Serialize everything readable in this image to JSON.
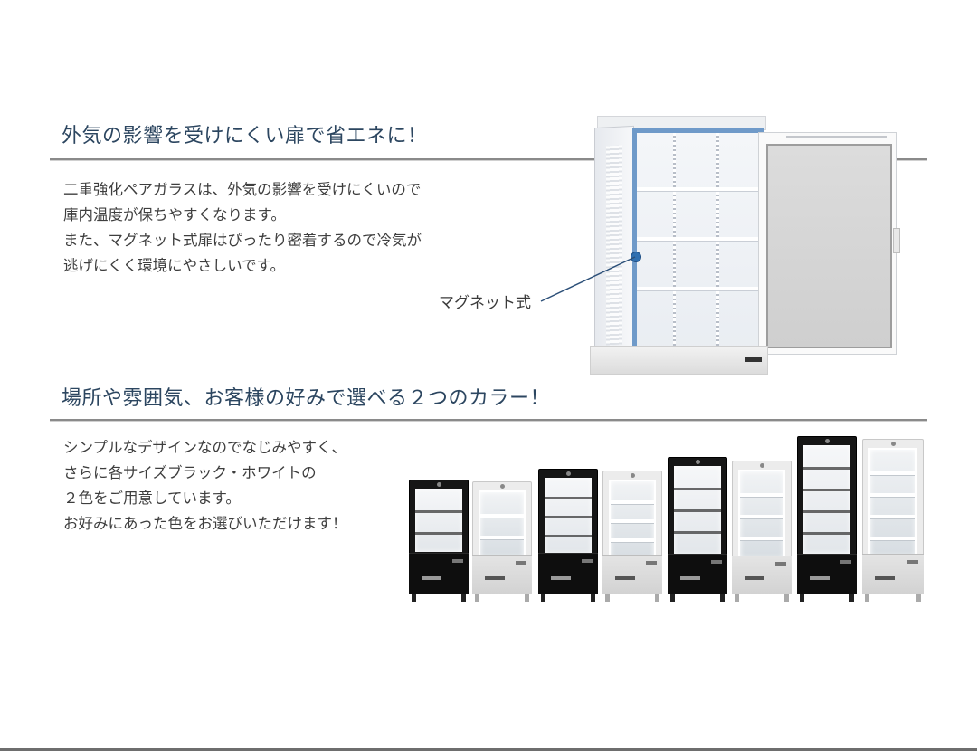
{
  "section1": {
    "heading": "外気の影響を受けにくい扉で省エネに！",
    "body_lines": [
      "二重強化ペアガラスは、外気の影響を受けにくいので",
      "庫内温度が保ちやすくなります。",
      "また、マグネット式扉はぴったり密着するので冷気が",
      "逃げにくく環境にやさしいです。"
    ],
    "callout_label": "マグネット式",
    "image": {
      "subject": "open-door refrigerated display case",
      "highlight_color": "#6f9ac9"
    }
  },
  "section2": {
    "heading": "場所や雰囲気、お客様の好みで選べる２つのカラー！",
    "body_lines": [
      "シンプルなデザインなのでなじみやすく、",
      "さらに各サイズブラック・ホワイトの",
      "２色をご用意しています。",
      "お好みにあった色をお選びいただけます！"
    ],
    "lineup": [
      {
        "color": "black",
        "size": "small"
      },
      {
        "color": "white",
        "size": "small"
      },
      {
        "color": "black",
        "size": "medium"
      },
      {
        "color": "white",
        "size": "medium"
      },
      {
        "color": "black",
        "size": "large"
      },
      {
        "color": "white",
        "size": "large"
      },
      {
        "color": "black",
        "size": "xlarge"
      },
      {
        "color": "white",
        "size": "xlarge"
      }
    ]
  },
  "colors": {
    "heading": "#2c4660",
    "body": "#3e3e3e",
    "divider": "#8a8a8a",
    "accent_blue": "#2f6fb0"
  }
}
